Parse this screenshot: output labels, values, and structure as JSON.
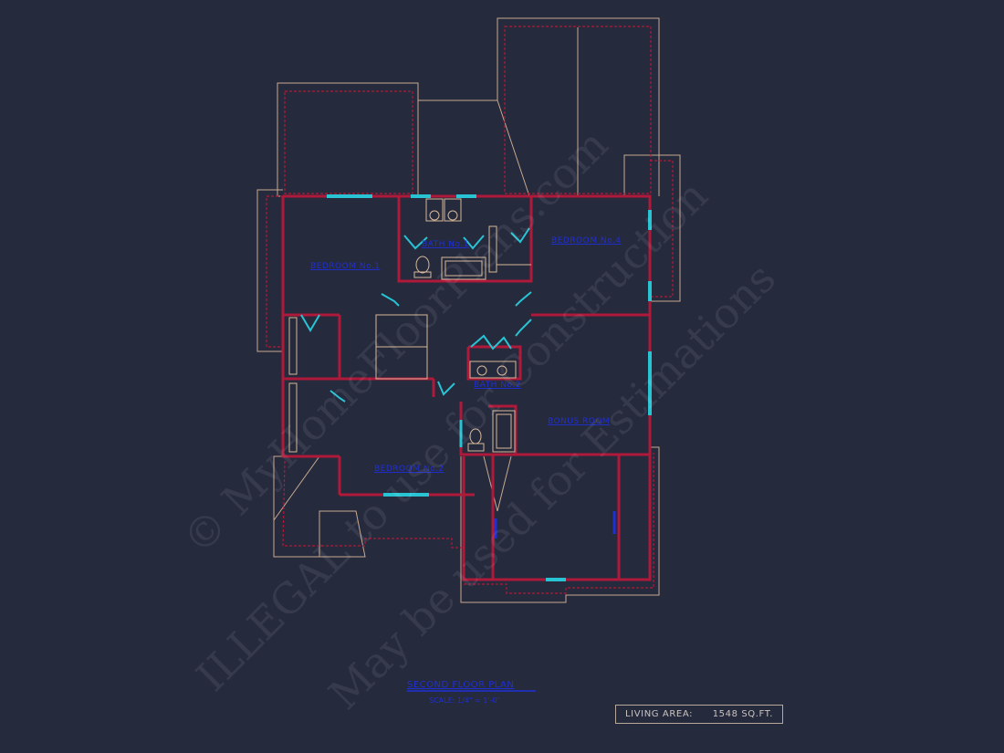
{
  "plan": {
    "title": "SECOND FLOOR PLAN",
    "scale": "SCALE: 1/4\" = 1'-0\"",
    "living_area_label": "LIVING AREA:",
    "living_area_value": "1548 SQ.FT."
  },
  "rooms": {
    "bedroom1": "BEDROOM No.1",
    "bath1": "BATH No.1",
    "bedroom4": "BEDROOM No.4",
    "bath2": "BATH No.2",
    "bonus": "BONUS ROOM",
    "bedroom2": "BEDROOM No.2"
  },
  "watermark": {
    "line1": "© MyHomeFloorPlans.com",
    "line2": "ILLEGAL to use for Construction",
    "line3": "May be used for Estimations"
  },
  "colors": {
    "background": "#252a3d",
    "walls": "#b01a3a",
    "roof_outline": "#c8a890",
    "windows_doors": "#29c4d4",
    "labels": "#1f2fd6"
  }
}
